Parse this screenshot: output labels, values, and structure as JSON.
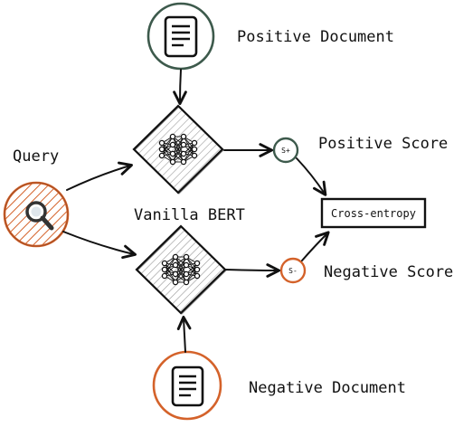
{
  "nodes": {
    "positive_document": {
      "label": "Positive Document",
      "color": "#3d5a4c"
    },
    "negative_document": {
      "label": "Negative Document",
      "color": "#d4622a"
    },
    "query": {
      "label": "Query",
      "color": "#d4622a"
    },
    "vanilla_bert": {
      "label": "Vanilla BERT"
    },
    "positive_score": {
      "label": "Positive Score",
      "badge": "S+",
      "color": "#3d5a4c"
    },
    "negative_score": {
      "label": "Negative Score",
      "badge": "S-",
      "color": "#d4622a"
    },
    "cross_entropy": {
      "label": "Cross-entropy"
    }
  },
  "icons": {
    "document": "document-icon",
    "search": "magnifier-icon",
    "network": "neural-network-icon"
  }
}
